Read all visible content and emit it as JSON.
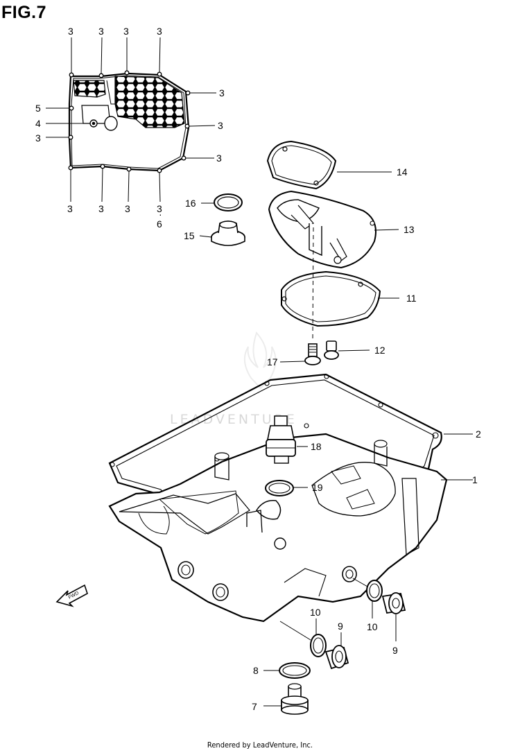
{
  "figure_title": "FIG.7",
  "credit": "Rendered by LeadVenture, Inc.",
  "watermark_text": "LEADVENTURE",
  "callouts": {
    "strainer_top": [
      "3",
      "3",
      "3",
      "3"
    ],
    "strainer_right": [
      "3",
      "3",
      "3"
    ],
    "strainer_left": [
      "5",
      "4",
      "3"
    ],
    "strainer_bottom": [
      "3",
      "3",
      "3",
      "3",
      "6"
    ],
    "p16": "16",
    "p15": "15",
    "p14": "14",
    "p13": "13",
    "p11": "11",
    "p12": "12",
    "p17": "17",
    "p2": "2",
    "p1": "1",
    "p18": "18",
    "p19": "19",
    "p10a": "10",
    "p9a": "9",
    "p10b": "10",
    "p9b": "9",
    "p8": "8",
    "p7": "7"
  },
  "icons": [
    "fwd-arrow-icon",
    "leadventure-flame-logo"
  ]
}
